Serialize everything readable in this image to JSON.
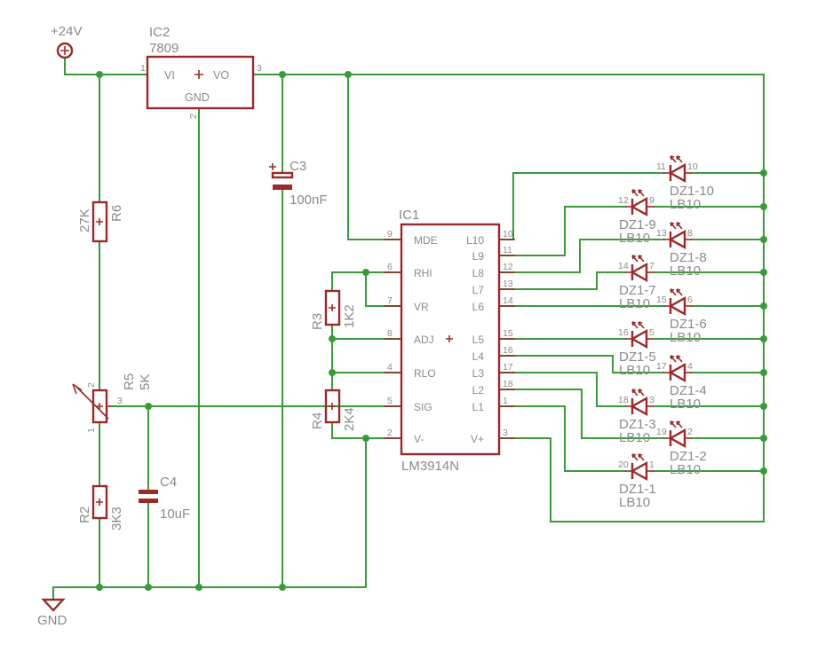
{
  "power": {
    "supply": "+24V",
    "ground": "GND"
  },
  "regulator": {
    "name": "IC2",
    "value": "7809",
    "pins": {
      "vi": "VI",
      "vo": "VO",
      "gnd": "GND"
    },
    "pin_numbers": {
      "vi": "1",
      "gnd": "2",
      "vo": "3"
    }
  },
  "capacitors": {
    "c3": {
      "name": "C3",
      "value": "100nF"
    },
    "c4": {
      "name": "C4",
      "value": "10uF"
    }
  },
  "resistors": {
    "r6": {
      "name": "R6",
      "value": "27K"
    },
    "r5": {
      "name": "R5",
      "value": "5K",
      "pins": [
        "1",
        "2",
        "3"
      ]
    },
    "r2": {
      "name": "R2",
      "value": "3K3"
    },
    "r3": {
      "name": "R3",
      "value": "1K2"
    },
    "r4": {
      "name": "R4",
      "value": "2K4"
    }
  },
  "driver": {
    "name": "IC1",
    "value": "LM3914N",
    "left_pins": [
      {
        "num": "9",
        "label": "MDE"
      },
      {
        "num": "6",
        "label": "RHI"
      },
      {
        "num": "7",
        "label": "VR"
      },
      {
        "num": "8",
        "label": "ADJ"
      },
      {
        "num": "4",
        "label": "RLO"
      },
      {
        "num": "5",
        "label": "SIG"
      },
      {
        "num": "2",
        "label": "V-"
      }
    ],
    "right_labels": [
      "L10",
      "L9",
      "L8",
      "L7",
      "L6",
      "L5",
      "L4",
      "L3",
      "L2",
      "L1",
      "V+"
    ],
    "right_pin_numbers": [
      "10",
      "11",
      "12",
      "13",
      "14",
      "15",
      "16",
      "17",
      "18",
      "1",
      "3"
    ]
  },
  "leds": [
    {
      "name": "DZ1-10",
      "value": "",
      "pin_a": "11",
      "pin_b": "10"
    },
    {
      "name": "DZ1-9",
      "value": "LB10",
      "pin_a": "12",
      "pin_b": "9"
    },
    {
      "name": "DZ1-8",
      "value": "LB10",
      "pin_a": "13",
      "pin_b": "8"
    },
    {
      "name": "DZ1-7",
      "value": "LB10",
      "pin_a": "14",
      "pin_b": "7"
    },
    {
      "name": "DZ1-6",
      "value": "LB10",
      "pin_a": "15",
      "pin_b": "6"
    },
    {
      "name": "DZ1-5",
      "value": "LB10",
      "pin_a": "16",
      "pin_b": "5"
    },
    {
      "name": "DZ1-4",
      "value": "LB10",
      "pin_a": "17",
      "pin_b": "4"
    },
    {
      "name": "DZ1-3",
      "value": "LB10",
      "pin_a": "18",
      "pin_b": "3"
    },
    {
      "name": "DZ1-2",
      "value": "LB10",
      "pin_a": "19",
      "pin_b": "2"
    },
    {
      "name": "DZ1-1",
      "value": "LB10",
      "pin_a": "20",
      "pin_b": "1"
    }
  ],
  "led_value_under_dz1_10": "LB10",
  "colors": {
    "wire": "#3a9a3a",
    "part": "#9a2a2a",
    "text": "#8a8a8a"
  }
}
